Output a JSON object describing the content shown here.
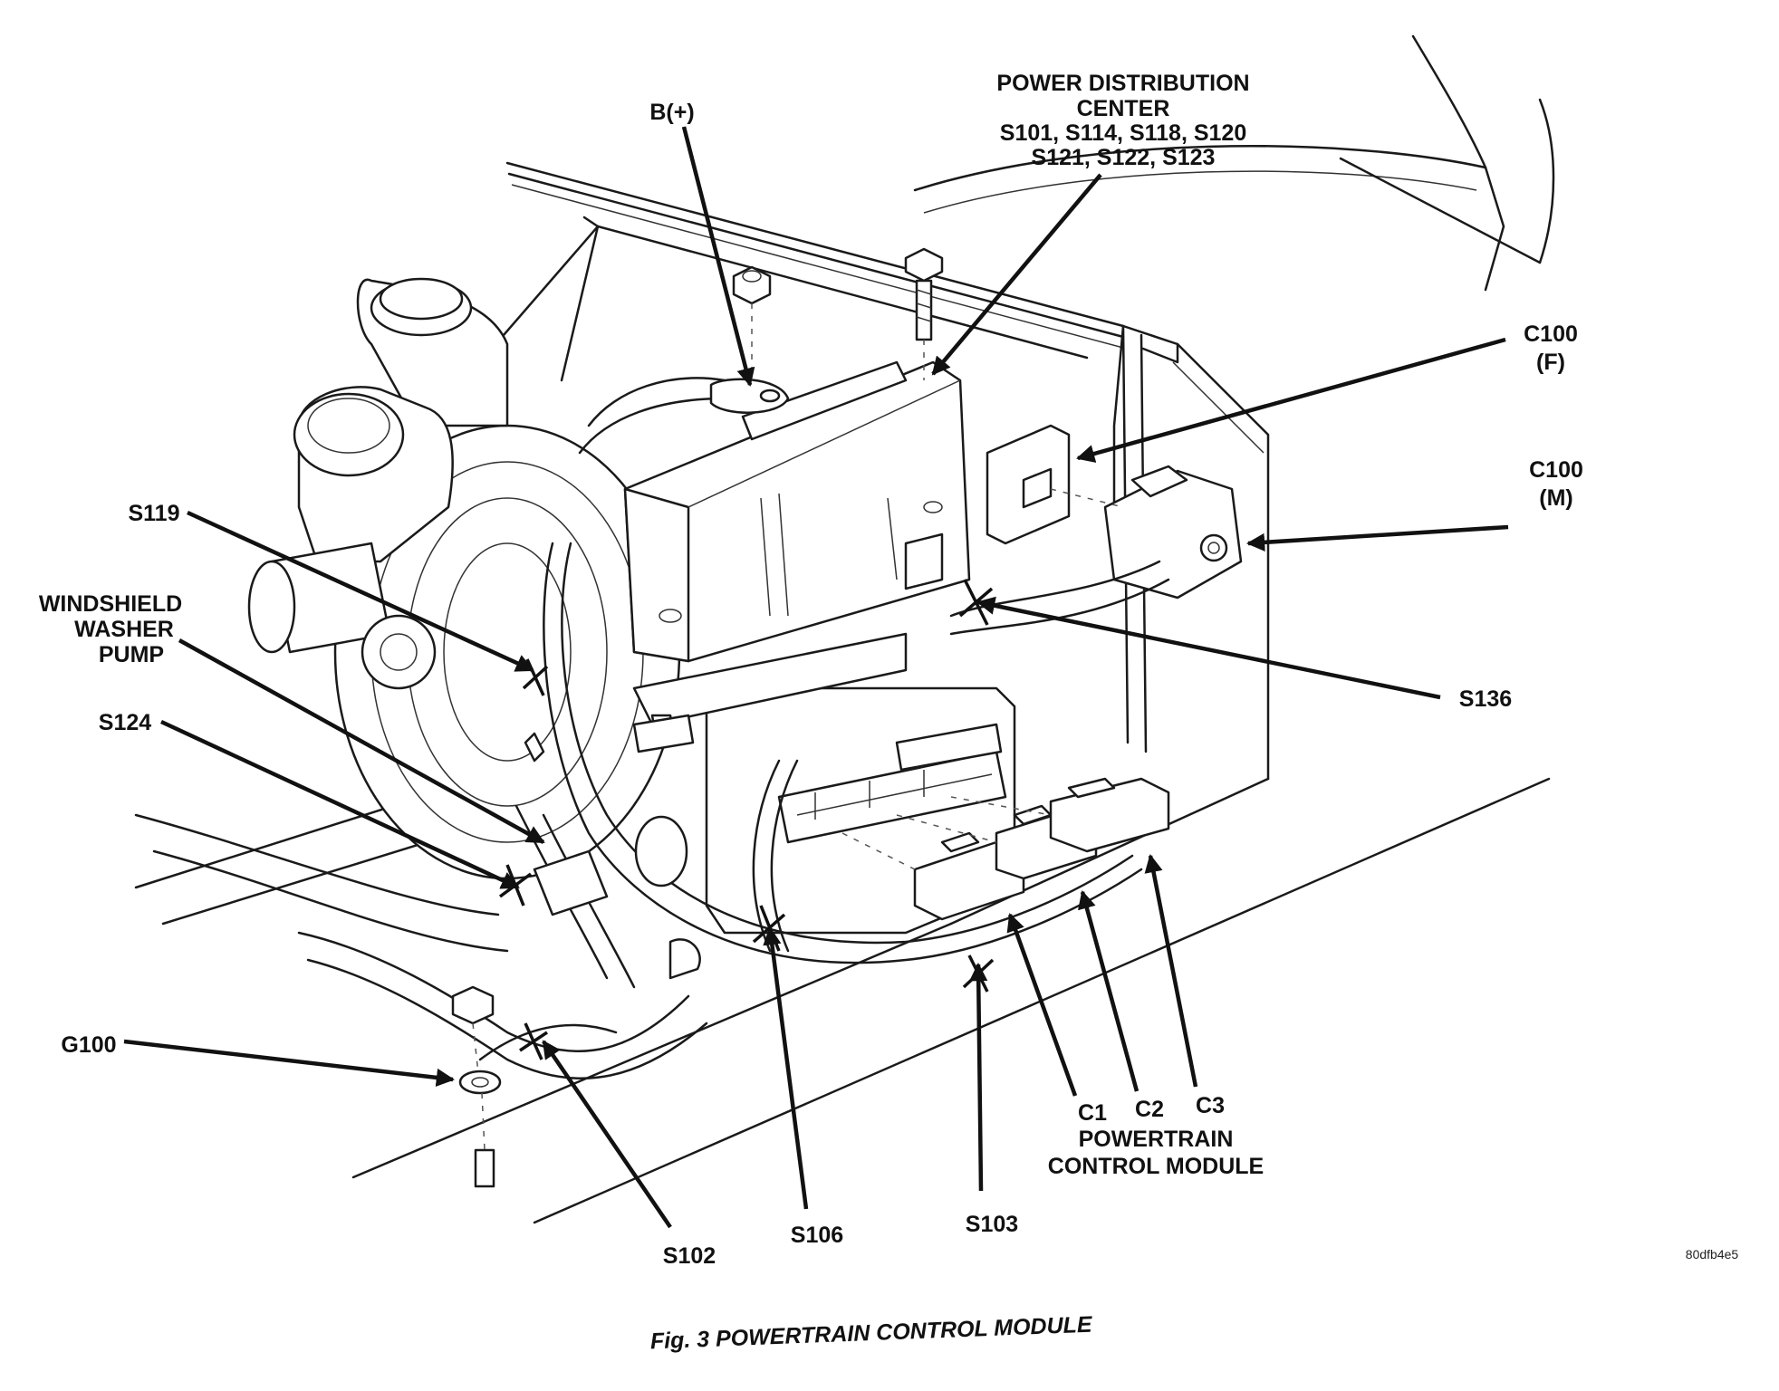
{
  "figure": {
    "caption": "Fig. 3 POWERTRAIN CONTROL MODULE",
    "code": "80dfb4e5"
  },
  "labels": {
    "b_plus": "B(+)",
    "pdc_line1": "POWER DISTRIBUTION",
    "pdc_line2": "CENTER",
    "pdc_line3": "S101, S114, S118, S120",
    "pdc_line4": "S121, S122, S123",
    "c100f_line1": "C100",
    "c100f_line2": "(F)",
    "c100m_line1": "C100",
    "c100m_line2": "(M)",
    "s119": "S119",
    "washer_line1": "WINDSHIELD",
    "washer_line2": "WASHER",
    "washer_line3": "PUMP",
    "s124": "S124",
    "s136": "S136",
    "g100": "G100",
    "s102": "S102",
    "s106": "S106",
    "s103": "S103",
    "c1": "C1",
    "c2": "C2",
    "c3": "C3",
    "pcm_line1": "POWERTRAIN",
    "pcm_line2": "CONTROL MODULE"
  }
}
